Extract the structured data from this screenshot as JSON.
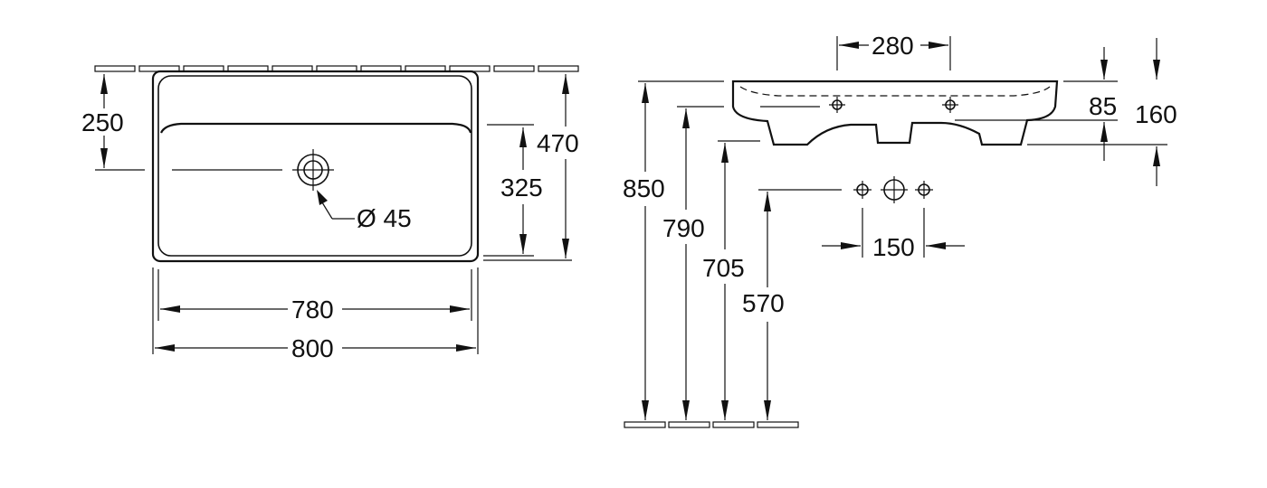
{
  "colors": {
    "line": "#111111",
    "background": "#ffffff"
  },
  "dimensions": {
    "top_offset": "250",
    "height_470": "470",
    "height_325": "325",
    "drain_diameter": "Ø 45",
    "inner_width": "780",
    "outer_width": "800",
    "tap_spacing": "280",
    "depth_85": "85",
    "depth_160": "160",
    "height_850": "850",
    "height_790": "790",
    "height_705": "705",
    "height_570": "570",
    "waste_spacing": "150"
  }
}
